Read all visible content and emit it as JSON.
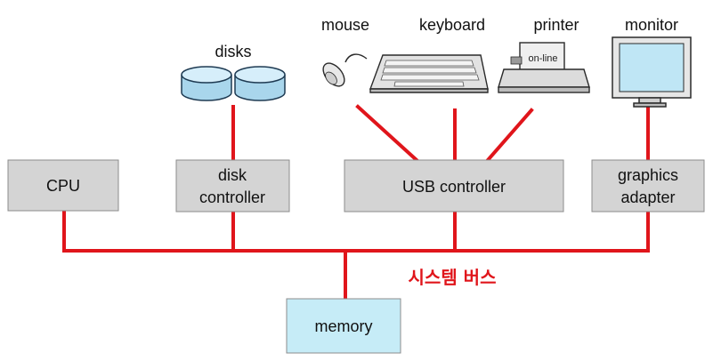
{
  "devices": {
    "disks": "disks",
    "mouse": "mouse",
    "keyboard": "keyboard",
    "printer": "printer",
    "printer_panel": "on-line",
    "monitor": "monitor"
  },
  "boxes": {
    "cpu": "CPU",
    "disk_controller_line1": "disk",
    "disk_controller_line2": "controller",
    "usb_controller": "USB controller",
    "graphics_adapter_line1": "graphics",
    "graphics_adapter_line2": "adapter",
    "memory": "memory"
  },
  "bus_label": "시스템 버스",
  "colors": {
    "bus": "#e0151b",
    "controller_box": "#d4d4d4",
    "memory_box": "#c6ecf7",
    "disk_fill": "#b9dff0",
    "monitor_screen": "#bfe6f5"
  }
}
